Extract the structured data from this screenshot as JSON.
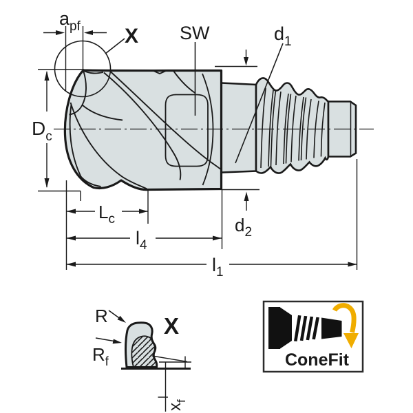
{
  "labels": {
    "apf": {
      "base": "a",
      "sub": "pf"
    },
    "detail_marker": "X",
    "sw": "SW",
    "d1": {
      "base": "d",
      "sub": "1"
    },
    "dc": {
      "base": "D",
      "sub": "c"
    },
    "lc": {
      "base": "L",
      "sub": "c"
    },
    "l4": {
      "base": "l",
      "sub": "4"
    },
    "l1": {
      "base": "l",
      "sub": "1"
    },
    "d2": {
      "base": "d",
      "sub": "2"
    },
    "r": "R",
    "rf": {
      "base": "R",
      "sub": "f"
    },
    "detail_title": "X",
    "xf": {
      "base": "x",
      "sub": "f"
    }
  },
  "badge": {
    "text": "ConeFit",
    "arrow_color": "#F0AD00",
    "border_color": "#2b2b2b"
  },
  "colors": {
    "tool_fill": "#d9e0e1",
    "line": "#1a1a1a"
  }
}
